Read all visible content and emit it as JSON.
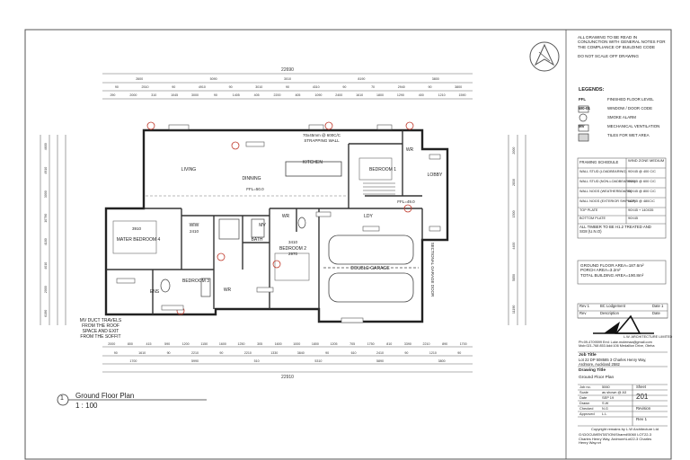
{
  "notes": {
    "read_lines": [
      "ALL DRAWING TO BE READ IN",
      "CONJUNCTION WITH GENERAL NOTES FOR",
      "THE COMPLIANCE OF BUILDING CODE"
    ],
    "scale_note": "DO NOT SCALE OFF DRAWING"
  },
  "legend": {
    "title": "LEGENDS:",
    "items": [
      {
        "code": "FFL",
        "text": "FINISHED FLOOR LEVEL"
      },
      {
        "code": "W0-01",
        "text": "WINDOW / DOOR CODE"
      },
      {
        "code": "",
        "text": "SMOKE ALARM"
      },
      {
        "code": "MV",
        "text": "MECHANICAL VENTILATION"
      },
      {
        "code": "",
        "text": "TILES FOR WET AREA"
      }
    ]
  },
  "framing": {
    "headers": [
      "FRAMING SCHEDULE",
      "WIND ZONE MEDIUM"
    ],
    "rows": [
      [
        "WALL STUD (LOADBEARING)",
        "90X45 @ 400 C/C"
      ],
      [
        "WALL STUD (NON-LOADBEARING)",
        "90X45 @ 600 C/C"
      ],
      [
        "WALL NOGS (WEATHERBOARD)",
        "90X45 @ 800 C/C"
      ],
      [
        "WALL NOGS (EXTERIOR SHIPLAP)",
        "90X45 @ 480C/C"
      ],
      [
        "TOP PLATE",
        "90X45 + 140X35"
      ],
      [
        "BOTTOM PLATE",
        "90X45"
      ]
    ],
    "note_lines": [
      "ALL TIMBER TO BE H1.2 TREATED AND",
      "SG8 (U.N.O)"
    ]
  },
  "areas": {
    "ground": "GROUND FLOOR AREA=187.6m²",
    "porch": "PORCH AREA=3.2m²",
    "total": "TOTAL BUILDING AREA=190.8m²"
  },
  "revision": {
    "rows": [
      [
        "Rev 1",
        "BC Lodgement",
        "Date 1"
      ],
      [
        "Rev",
        "Description",
        "Date"
      ]
    ]
  },
  "firm": {
    "name": "L.W. ARCHITECTURE LIMITED",
    "lines": [
      "Ph:09-4709599   Eml: Luke.molemaa@gmail.com",
      "Mob:021-768 853  Add:106 Medallion Drive, Oteha"
    ]
  },
  "job": {
    "title": "Job Title",
    "lines": [
      "Lot 22 DP 508585 3 Charles Henry Way,",
      "Ardmore, Auckland 2582"
    ]
  },
  "drawing": {
    "title_label": "Drawing Title",
    "title": "Ground Floor Plan"
  },
  "info": {
    "rows": [
      [
        "Job no.",
        "5060"
      ],
      [
        "Scale",
        "as shown @ A3"
      ],
      [
        "Date",
        "SEP 19"
      ],
      [
        "Drawn",
        "S.W"
      ],
      [
        "Checked",
        "N.G"
      ],
      [
        "Approved",
        "L.L"
      ]
    ],
    "sheet_label": "Sheet",
    "sheet": "201",
    "revision_label": "Revision",
    "revision": "Rev 1"
  },
  "copyright": "Copyright remains by L.W Architecture Ltd",
  "filepath_lines": [
    "G:\\DOCUMENTATION\\Shared\\5060 LOT22-3",
    "Charles Henry Way, Ardmore\\Lot22-3 Charles",
    "Henry Way.rvt"
  ],
  "plan": {
    "caption_number": "1",
    "caption_title": "Ground Floor Plan",
    "caption_scale": "1 : 100",
    "overall_width": "22690",
    "top_dims_1": [
      "2600",
      "5090",
      "3010",
      "8190",
      "3800"
    ],
    "top_dims_2": [
      "90",
      "2510",
      "90",
      "4910",
      "90",
      "3010",
      "90",
      "4310",
      "90",
      "70",
      "2940",
      "90",
      "3800"
    ],
    "top_dims_3": [
      "290",
      "2000",
      "310",
      "1045",
      "3000",
      "90",
      "1405",
      "405",
      "2200",
      "405",
      "1090",
      "2400",
      "1610",
      "1800",
      "1290",
      "400",
      "1210",
      "1590"
    ],
    "bottom_dims_1": [
      "2000",
      "800",
      "415",
      "590",
      "1200",
      "1150",
      "1600",
      "1250",
      "305",
      "1600",
      "1000",
      "1800",
      "1205",
      "705",
      "1750",
      "810",
      "3390",
      "2210",
      "890",
      "1700"
    ],
    "bottom_dims_2": [
      "90",
      "1610",
      "90",
      "2210",
      "90",
      "2210",
      "1330",
      "3840",
      "90",
      "610",
      "2410",
      "90",
      "1210",
      "90"
    ],
    "bottom_dims_3": [
      "1700",
      "5990",
      "510",
      "5310",
      "5890",
      "3800"
    ],
    "bottom_overall": "22910",
    "left_dims": [
      "4600",
      "4910",
      "3000",
      "10790",
      "4180",
      "4010",
      "2000",
      "6190"
    ],
    "right_dims": [
      "2000",
      "2830",
      "1500",
      "4400",
      "5850",
      "11190"
    ],
    "rooms": {
      "living": "LIVING",
      "dinning": "DINNING",
      "kitchen": "KITCHEN",
      "bedroom1": "BEDROOM 1",
      "master": "MATER BEDROOM 4",
      "wiw": "WIW",
      "bedroom2": "BEDROOM 2",
      "bedroom3": "BEDROOM 3",
      "garage": "DOUBLE GARAGE",
      "lobby": "LOBBY",
      "ldy": "LDY",
      "wr1": "WR",
      "wr2": "WR",
      "wr3": "WR",
      "ens": "ENS",
      "bath": "BATH",
      "mv": "MV"
    },
    "annotations": {
      "strapping_line1": "70x45mm @ 600C/C",
      "strapping_line2": "STRAPPING WALL",
      "ffl1": "FFL=50.0",
      "ffl2": "FFL=49.0",
      "mv_note_lines": [
        "MV DUCT TRAVELS",
        "FROM THE ROOF",
        "SPACE AND EXIT",
        "FROM THE SOFFIT"
      ],
      "master_dim": "3910",
      "wiw_dim": "2410",
      "bed2_dim": "3410",
      "bed2_dim2": "2970",
      "sectional_door": "SECTIONAL GARAGE DOOR"
    }
  }
}
